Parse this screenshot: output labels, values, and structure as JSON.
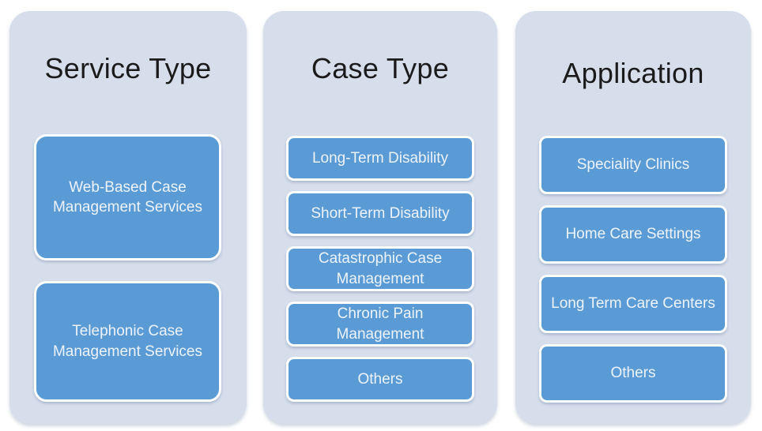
{
  "diagram": {
    "columns": [
      {
        "title": "Service Type",
        "items": [
          "Web-Based Case Management Services",
          "Telephonic Case Management Services"
        ]
      },
      {
        "title": "Case Type",
        "items": [
          "Long-Term Disability",
          "Short-Term Disability",
          "Catastrophic Case Management",
          "Chronic Pain Management",
          "Others"
        ]
      },
      {
        "title": "Application",
        "items": [
          "Speciality Clinics",
          "Home Care Settings",
          "Long Term Care Centers",
          "Others"
        ]
      }
    ],
    "colors": {
      "page_bg": "#FFFFFF",
      "column_bg": "#D6DEEC",
      "box_fill": "#5B9BD5",
      "box_border": "#FFFFFF",
      "box_text": "#EDF3FA",
      "title_text": "#1B1B1B"
    }
  }
}
